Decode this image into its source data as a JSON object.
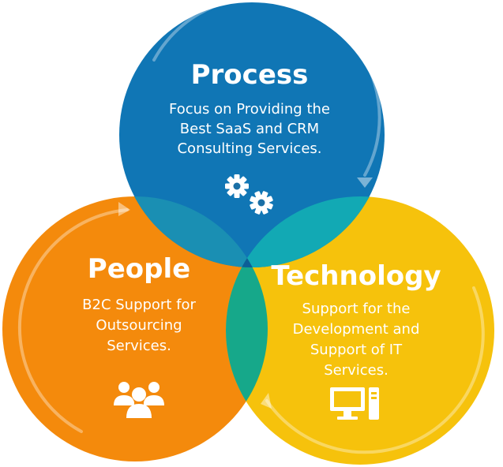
{
  "colors": {
    "process": "#1076b5",
    "people": "#f48a0c",
    "technology": "#f6c20c",
    "overlap_process_people": "#1a8fb3",
    "overlap_process_technology": "#12a9b4",
    "overlap_people_technology": "#16a88a",
    "center": "#0c5e97"
  },
  "process": {
    "title": "Process",
    "lines": [
      "Focus on Providing the",
      "Best SaaS and CRM",
      "Consulting Services."
    ],
    "icon": "gears-icon"
  },
  "people": {
    "title": "People",
    "lines": [
      "B2C Support for",
      "Outsourcing",
      "Services."
    ],
    "icon": "group-icon"
  },
  "technology": {
    "title": "Technology",
    "lines": [
      "Support for the",
      "Development and",
      "Support of IT",
      "Services."
    ],
    "icon": "computer-icon"
  }
}
